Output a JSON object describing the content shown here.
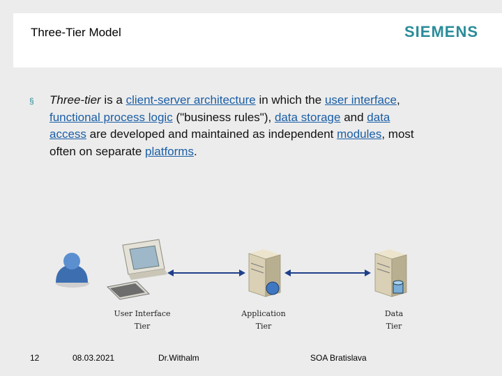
{
  "header": {
    "title": "Three-Tier Model",
    "logo": "SIEMENS"
  },
  "bullet": {
    "mark": "§",
    "segments": [
      {
        "text": "Three-tier",
        "kind": "term"
      },
      {
        "text": " is a ",
        "kind": "plain"
      },
      {
        "text": "client-server architecture",
        "kind": "link"
      },
      {
        "text": " in which the ",
        "kind": "plain"
      },
      {
        "text": "user interface",
        "kind": "link"
      },
      {
        "text": ", ",
        "kind": "plain"
      },
      {
        "text": "functional process logic",
        "kind": "link"
      },
      {
        "text": " (\"business rules\"), ",
        "kind": "plain"
      },
      {
        "text": "data storage",
        "kind": "link"
      },
      {
        "text": " and ",
        "kind": "plain"
      },
      {
        "text": "data access",
        "kind": "link"
      },
      {
        "text": " are developed and maintained as independent ",
        "kind": "plain"
      },
      {
        "text": "modules",
        "kind": "link"
      },
      {
        "text": ", most often on separate ",
        "kind": "plain"
      },
      {
        "text": "platforms",
        "kind": "link"
      },
      {
        "text": ".",
        "kind": "plain"
      }
    ]
  },
  "diagram": {
    "tiers": [
      {
        "line1": "User Interface",
        "line2": "Tier"
      },
      {
        "line1": "Application",
        "line2": "Tier"
      },
      {
        "line1": "Data",
        "line2": "Tier"
      }
    ]
  },
  "footer": {
    "page_number": "12",
    "date": "08.03.2021",
    "author": "Dr.Withalm",
    "event": "SOA Bratislava"
  },
  "colors": {
    "accent": "#2a8c99",
    "link": "#1a5ea6",
    "background": "#ececec"
  }
}
